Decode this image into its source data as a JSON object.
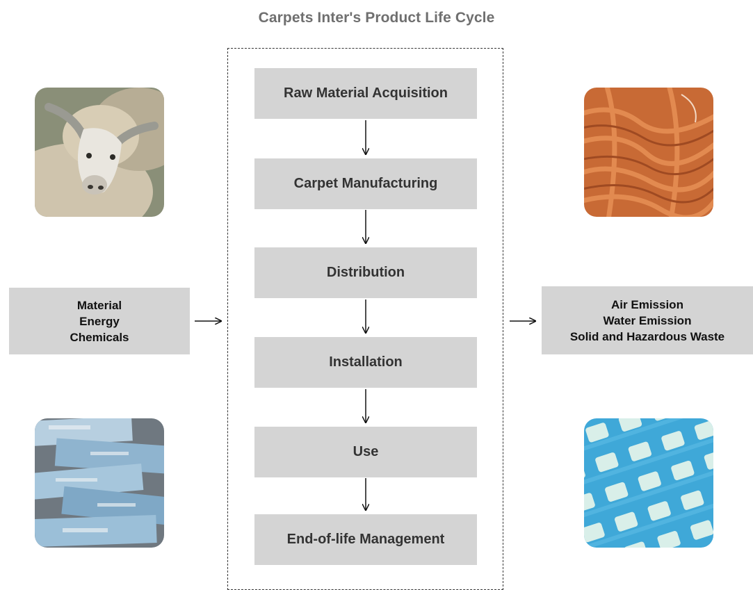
{
  "title": "Carpets Inter's Product Life Cycle",
  "stages": [
    "Raw Material Acquisition",
    "Carpet Manufacturing",
    "Distribution",
    "Installation",
    "Use",
    "End-of-life Management"
  ],
  "inputs": [
    "Material",
    "Energy",
    "Chemicals"
  ],
  "outputs": [
    "Air Emission",
    "Water Emission",
    "Solid and Hazardous Waste"
  ],
  "photos": [
    "sheep",
    "orange-yarn",
    "carpet-tile-boxes",
    "blue-carpet-texture"
  ],
  "colors": {
    "box_fill": "#d4d4d4",
    "title": "#6f6f6f",
    "text": "#333333"
  }
}
